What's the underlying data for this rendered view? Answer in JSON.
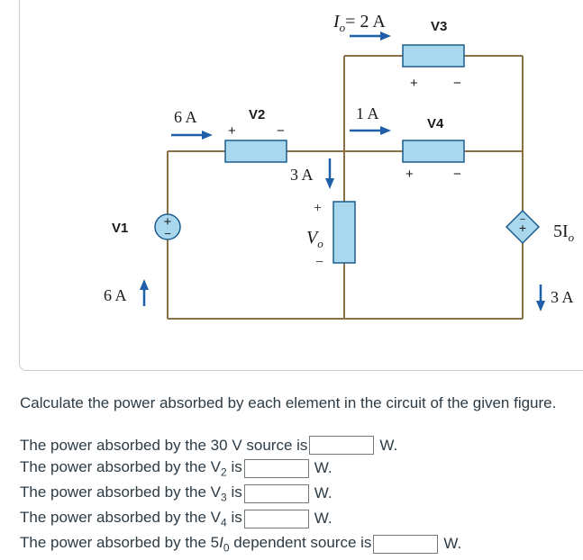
{
  "circuit": {
    "labels": {
      "io_current": "I",
      "io_sub": "o",
      "io_value": "= 2 A",
      "v3": "V3",
      "v4": "V4",
      "v2": "V2",
      "v1": "V1",
      "six_a_top": "6 A",
      "one_a": "1 A",
      "three_a_mid": "3 A",
      "vo_main": "V",
      "vo_sub": "o",
      "six_a_left": "6 A",
      "three_a_right": "3 A",
      "dep_coef": "5I",
      "dep_sub": "o",
      "plus": "+",
      "minus": "−"
    },
    "colors": {
      "wire": "#8b6f47",
      "element_fill": "#a9d8ee",
      "element_stroke": "#1c5d8c",
      "arrow": "#1f5fa8"
    }
  },
  "question": {
    "text": "Calculate the power absorbed by each element in the circuit of the given figure."
  },
  "answers": [
    {
      "prefix": "The power absorbed by the 30 V source is",
      "unit": "W."
    },
    {
      "prefix": "The power absorbed by the V",
      "sub": "2",
      "suffix": " is",
      "unit": "W."
    },
    {
      "prefix": "The power absorbed by the V",
      "sub": "3",
      "suffix": " is",
      "unit": "W."
    },
    {
      "prefix": "The power absorbed by the V",
      "sub": "4",
      "suffix": " is",
      "unit": "W."
    },
    {
      "prefix": "The power absorbed by the 5",
      "sub_italic": "I",
      "sub": "0",
      "suffix": " dependent source is",
      "unit": "W."
    }
  ]
}
